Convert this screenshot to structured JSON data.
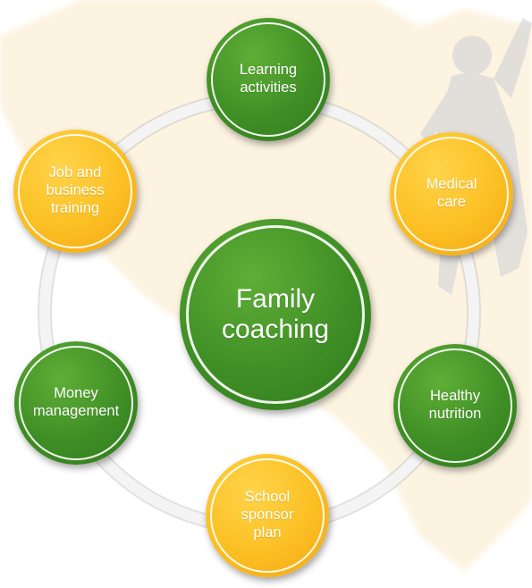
{
  "diagram": {
    "center": {
      "label": "Family\ncoaching",
      "color": "green"
    },
    "nodes": [
      {
        "id": "learning-activities",
        "label": "Learning\nactivities",
        "color": "green"
      },
      {
        "id": "medical-care",
        "label": "Medical\ncare",
        "color": "orange"
      },
      {
        "id": "healthy-nutrition",
        "label": "Healthy\nnutrition",
        "color": "green"
      },
      {
        "id": "school-sponsor-plan",
        "label": "School\nsponsor\nplan",
        "color": "orange"
      },
      {
        "id": "money-management",
        "label": "Money\nmanagement",
        "color": "green"
      },
      {
        "id": "job-business-training",
        "label": "Job and\nbusiness\ntraining",
        "color": "orange"
      }
    ],
    "colors": {
      "green": "#3f8e25",
      "orange": "#fbbf22",
      "ring_connector": "#f2f2f2",
      "map_background": "#fdf0d6"
    }
  }
}
